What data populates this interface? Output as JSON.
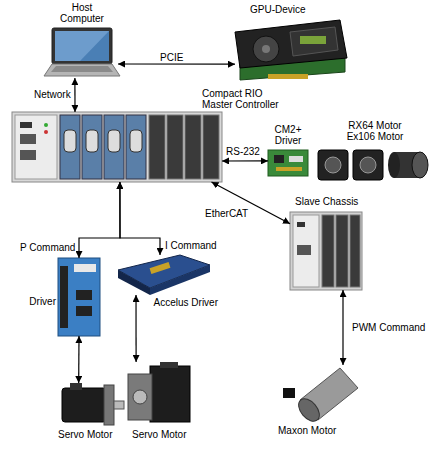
{
  "diagram": {
    "nodes": [
      {
        "text": [
          "Host Computer"
        ]
      },
      {
        "text": [
          "GPU-Device"
        ]
      },
      {
        "text": [
          "Compact RIO Master Controller"
        ]
      },
      {
        "text": [
          "CM2+ Driver"
        ]
      },
      {
        "text": [
          "RX64 Motor Ex106 Motor"
        ]
      },
      {
        "text": [
          "Slave Chassis"
        ]
      },
      {
        "text": [
          "Driver"
        ]
      },
      {
        "text": [
          "Accelus Driver"
        ]
      },
      {
        "text": [
          "Maxon Motor"
        ]
      },
      {
        "text": [
          "Servo Motor"
        ]
      },
      {
        "text": [
          "Servo Motor"
        ]
      }
    ],
    "edges": [
      {
        "from": 0,
        "to": 1,
        "label": "PCIE",
        "arrow": "both"
      },
      {
        "from": 0,
        "to": 2,
        "label": "Network",
        "arrow": "both"
      },
      {
        "from": 2,
        "to": 3,
        "label": "RS-232",
        "arrow": "both"
      },
      {
        "from": 2,
        "to": 5,
        "label": "EtherCAT",
        "arrow": "both"
      },
      {
        "from": 2,
        "to": 6,
        "label": "P Command",
        "arrow": "both"
      },
      {
        "from": 2,
        "to": 7,
        "label": "I Command",
        "arrow": "both"
      },
      {
        "from": 6,
        "to": 9,
        "arrow": "both"
      },
      {
        "from": 7,
        "to": 10,
        "arrow": "both"
      },
      {
        "from": 5,
        "to": 8,
        "label": "PWM Command",
        "arrow": "both"
      }
    ]
  }
}
